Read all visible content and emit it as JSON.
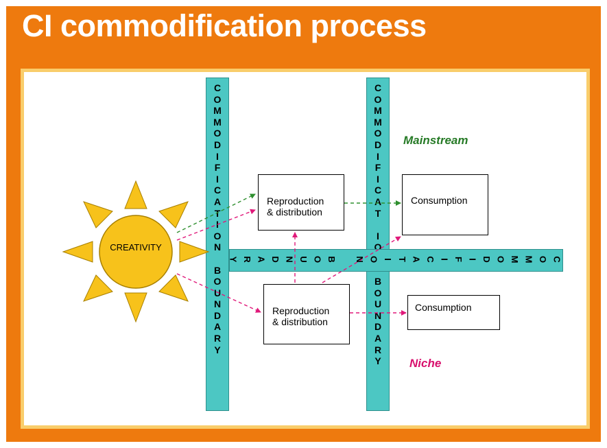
{
  "slide": {
    "title": "CI commodification process"
  },
  "diagram": {
    "creativity_label": "CREATIVITY",
    "boundary_left_text": "COMMODIFICATION BOUNDARY",
    "boundary_right_text": "COMMODIFICAT ION BOUNDARY",
    "boundary_horizontal_text": "COMMODIFICATION BOUNDARY",
    "box_repro_top": [
      "Reproduction",
      "& distribution"
    ],
    "box_repro_bottom": [
      "Reproduction",
      "& distribution"
    ],
    "box_consumption_top": "Consumption",
    "box_consumption_bottom": "Consumption",
    "mainstream_label": "Mainstream",
    "niche_label": "Niche"
  },
  "colors": {
    "background": "#ee7a0e",
    "panel_border": "#f9cd6b",
    "boundary_strip": "#4cc7c3",
    "sun": "#f7c21b",
    "mainstream_arrow": "#2f8f2f",
    "niche_arrow": "#e0197a"
  }
}
